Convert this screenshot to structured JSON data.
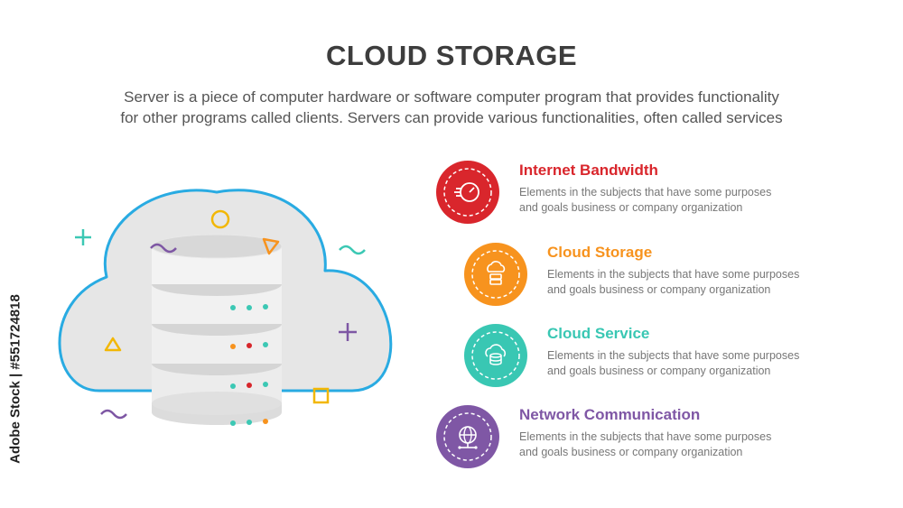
{
  "title": "CLOUD STORAGE",
  "subtitle_line1": "Server is a piece of computer hardware or software computer program that provides functionality",
  "subtitle_line2": "for other programs called clients. Servers can provide various functionalities, often called services",
  "watermark": "Adobe Stock | #551724818",
  "colors": {
    "cloud_outline": "#29abe2",
    "cloud_fill": "#e6e6e6",
    "teal": "#3cc8b4",
    "orange": "#f7931e",
    "red": "#d7262b",
    "purple": "#7e57a4",
    "yellow": "#f2b705"
  },
  "items": [
    {
      "heading": "Internet Bandwidth",
      "line1": "Elements in the subjects that have some purposes",
      "line2": "and goals business or company organization",
      "color": "#d9262c",
      "icon": "speedometer-icon"
    },
    {
      "heading": "Cloud Storage",
      "line1": "Elements in the subjects that have some purposes",
      "line2": "and goals business or company organization",
      "color": "#f7931e",
      "icon": "cloud-server-icon"
    },
    {
      "heading": "Cloud Service",
      "line1": "Elements in the subjects that have some purposes",
      "line2": "and goals business or company organization",
      "color": "#39c7b3",
      "icon": "cloud-database-icon"
    },
    {
      "heading": "Network Communication",
      "line1": "Elements in the subjects that have some purposes",
      "line2": "and goals business or company organization",
      "color": "#7f57a5",
      "icon": "globe-network-icon"
    }
  ]
}
